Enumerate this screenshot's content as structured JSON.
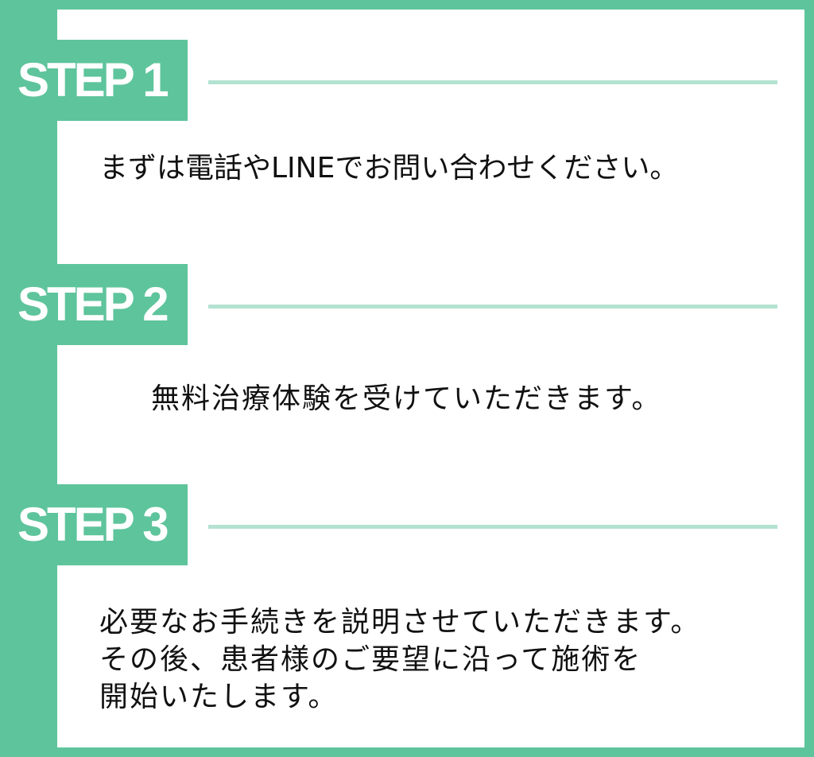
{
  "steps": [
    {
      "label": "STEP 1",
      "lines": [
        "まずは電話やLINEでお問い合わせください。"
      ]
    },
    {
      "label": "STEP 2",
      "lines": [
        "無料治療体験を受けていただきます。"
      ]
    },
    {
      "label": "STEP 3",
      "lines": [
        "必要なお手続きを説明させていただきます。",
        "その後、患者様のご要望に沿って施術を",
        "開始いたします。"
      ]
    }
  ],
  "colors": {
    "accent": "#5ec49c",
    "rule": "#b4e2d1",
    "background": "#ffffff",
    "text": "#111111"
  }
}
